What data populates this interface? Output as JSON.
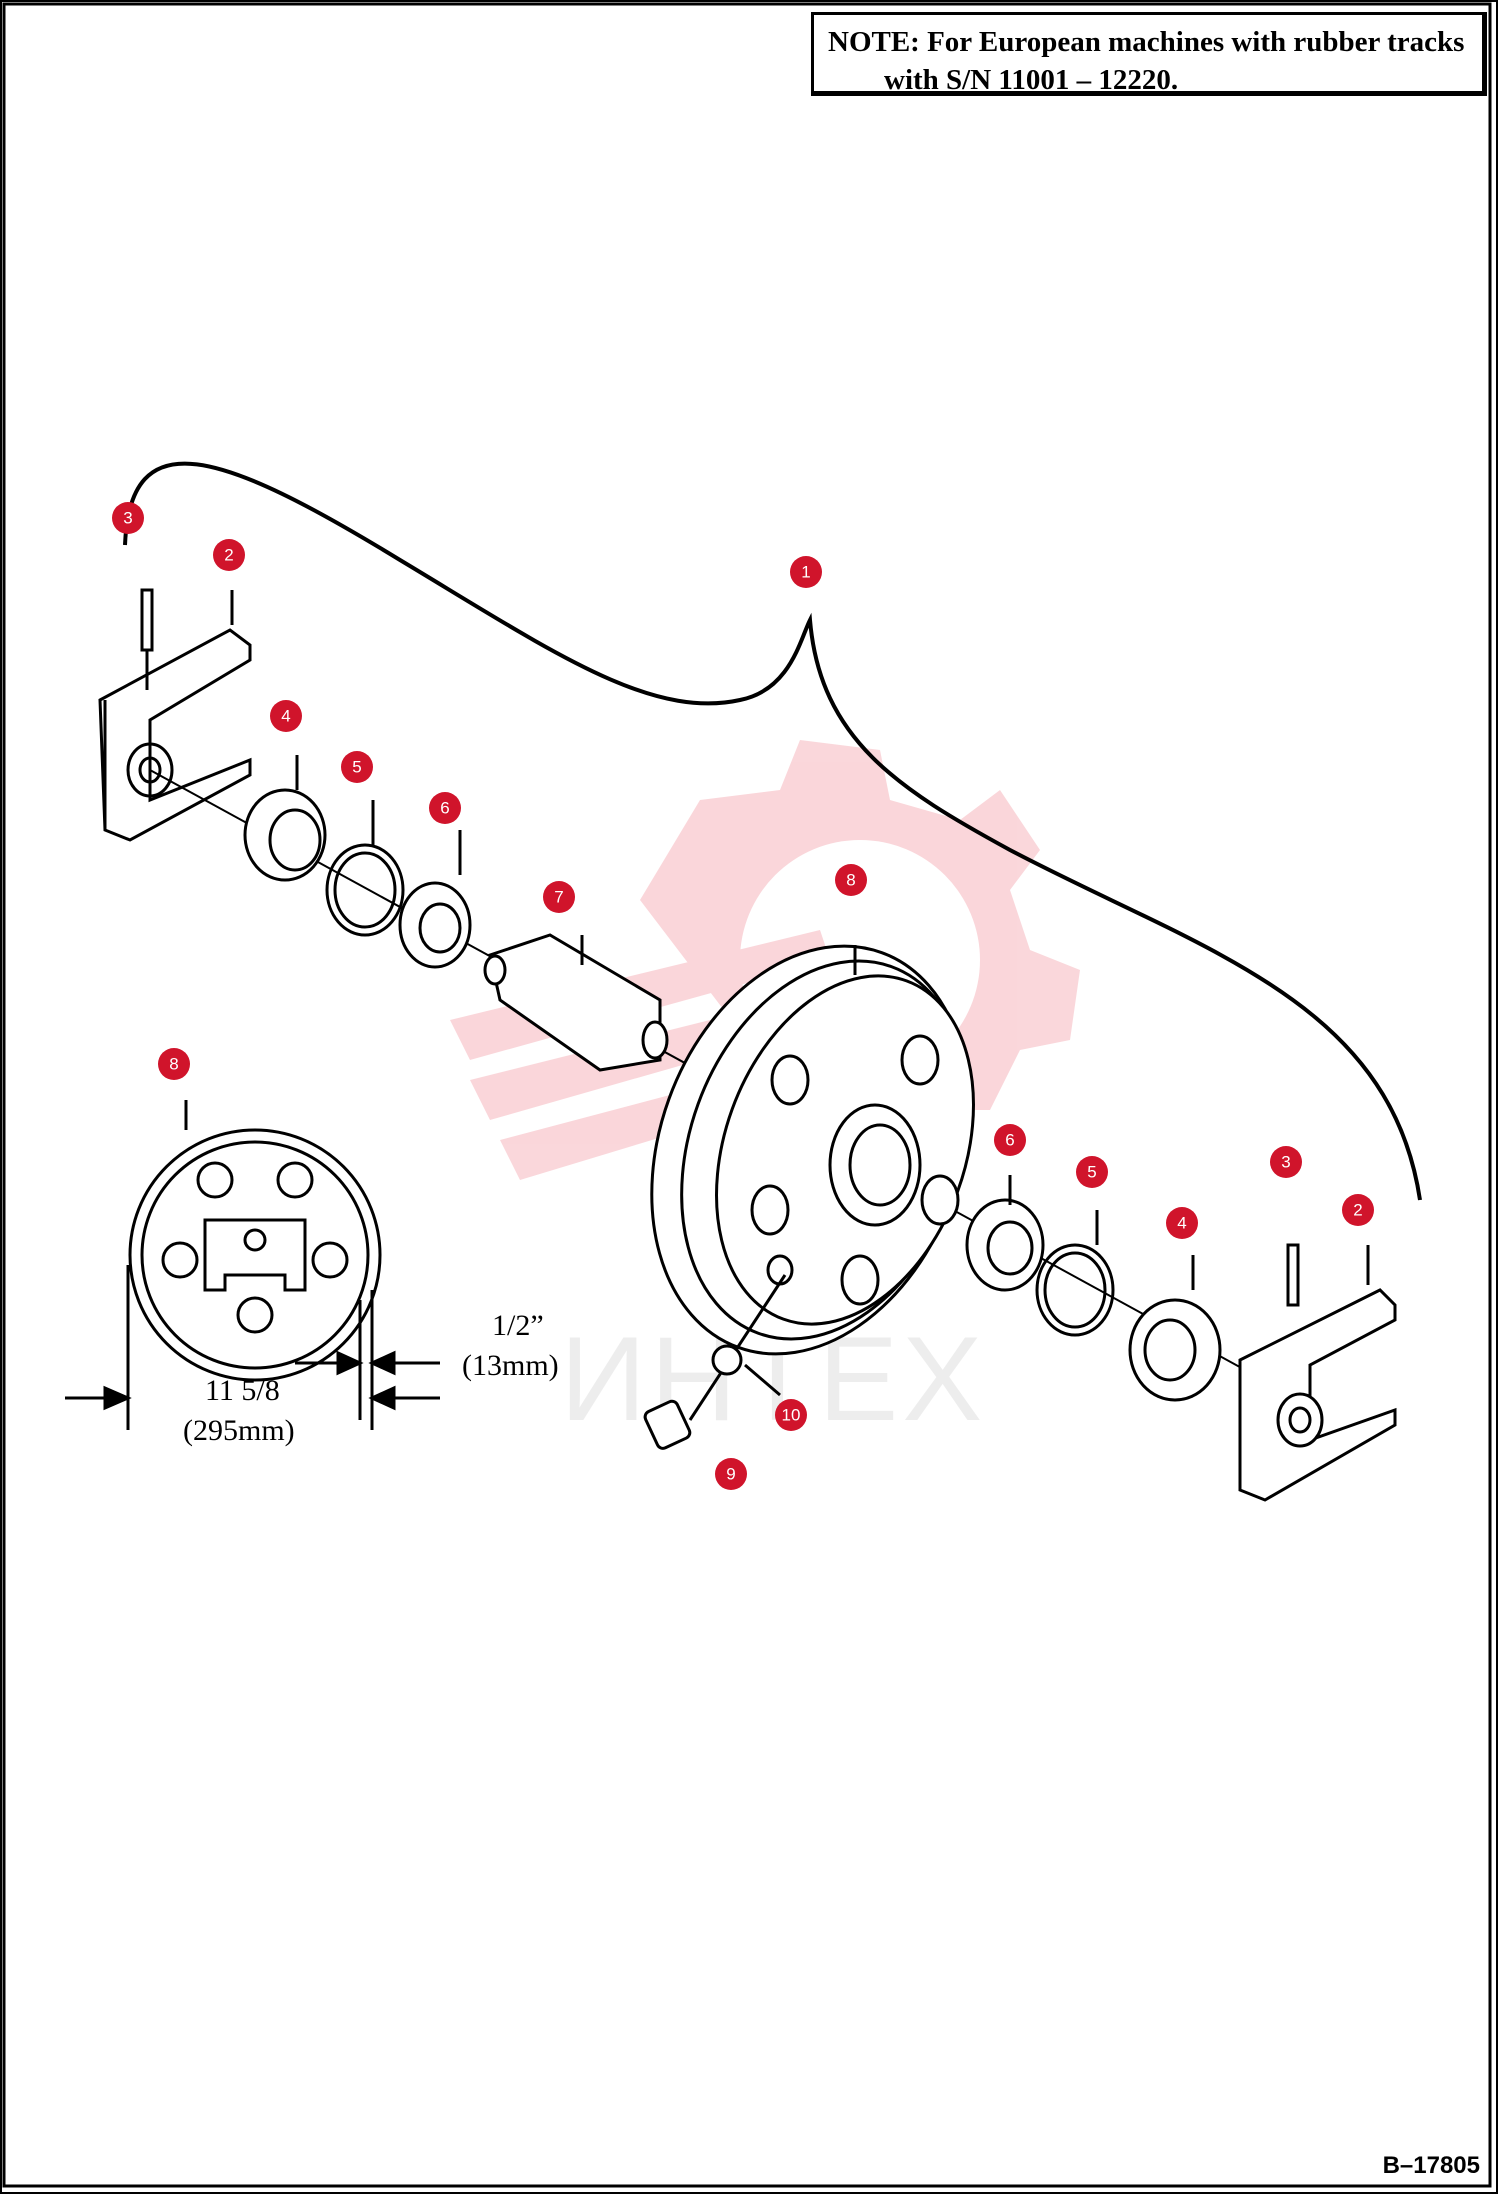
{
  "note": {
    "label": "NOTE:",
    "line1": "For European machines with rubber tracks",
    "line2": "with S/N 11001 – 12220."
  },
  "dimensions": {
    "width_in": "11 5/8",
    "width_mm": "(295mm)",
    "flange_in": "1/2”",
    "flange_mm": "(13mm)"
  },
  "drawing_code": "B–17805",
  "watermark": "ИНТЕХ",
  "callouts": [
    "1",
    "2",
    "3",
    "4",
    "5",
    "6",
    "7",
    "8",
    "9",
    "10",
    "2",
    "3",
    "4",
    "5",
    "6",
    "8"
  ],
  "colors": {
    "callout": "#d0142b",
    "line": "#000000",
    "watermark": "#f6b6bd"
  }
}
